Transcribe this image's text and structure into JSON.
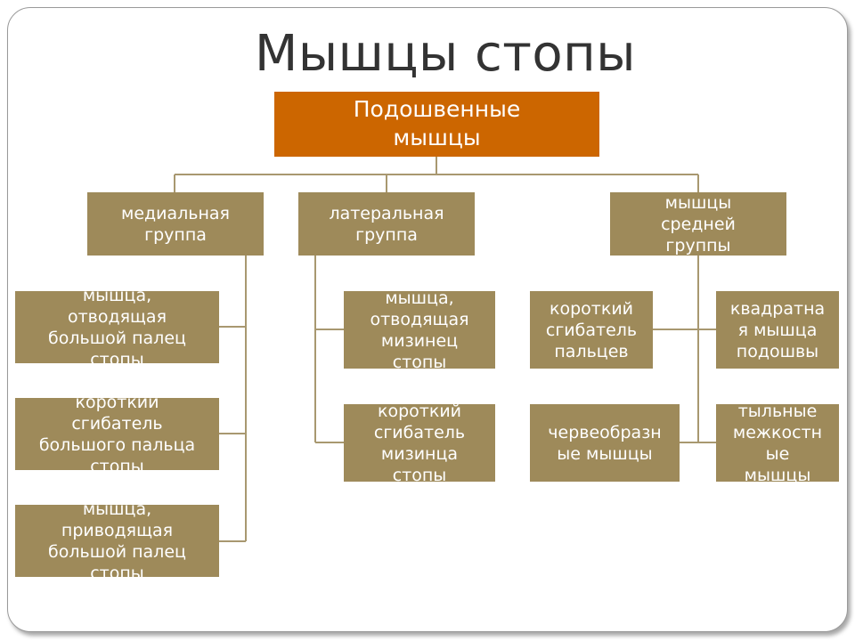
{
  "title": "Мышцы стопы",
  "root": "Подошвенные\nмышцы",
  "groups": [
    {
      "label": "медиальная\nгруппа",
      "items": [
        "мышца,\nотводящая\nбольшой палец\nстопы",
        "короткий\nсгибатель\nбольшого пальца\nстопы",
        "мышца,\nприводящая\nбольшой палец\nстопы"
      ]
    },
    {
      "label": "латеральная\nгруппа",
      "items": [
        "мышца,\nотводящая\nмизинец\nстопы",
        "короткий\nсгибатель\nмизинца\nстопы"
      ]
    },
    {
      "label": "мышцы\nсредней\nгруппы",
      "items": [
        "короткий\nсгибатель\nпальцев",
        "квадратна\nя мышца\nподошвы",
        "червеобразн\nые мышцы",
        "тыльные\nмежкостн\nые\nмышцы"
      ]
    }
  ],
  "colors": {
    "root": "#cc6600",
    "box": "#9e8a5a",
    "line": "#a89870",
    "text": "#ffffff"
  }
}
